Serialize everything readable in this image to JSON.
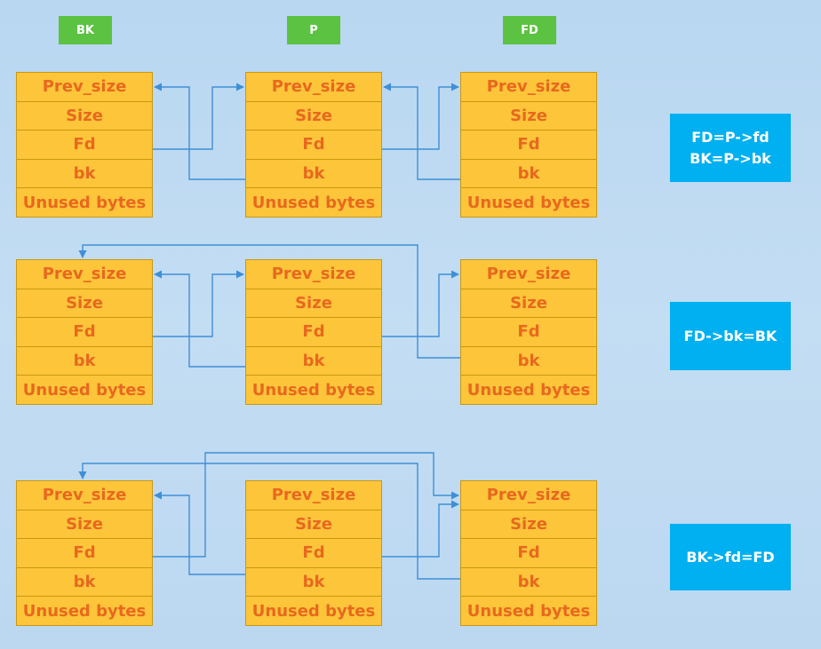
{
  "labels": {
    "bk": "BK",
    "p": "P",
    "fd": "FD"
  },
  "fields": [
    "Prev_size",
    "Size",
    "Fd",
    "bk",
    "Unused bytes"
  ],
  "steps": [
    {
      "line1": "FD=P->fd",
      "line2": "BK=P->bk"
    },
    {
      "line1": "FD->bk=BK",
      "line2": ""
    },
    {
      "line1": "BK->fd=FD",
      "line2": ""
    }
  ],
  "colors": {
    "label_bg": "#5cc241",
    "cell_bg": "#fcc53a",
    "cell_text": "#e8681e",
    "side_box_bg": "#00b0f0",
    "arrow": "#3f8fd6"
  }
}
